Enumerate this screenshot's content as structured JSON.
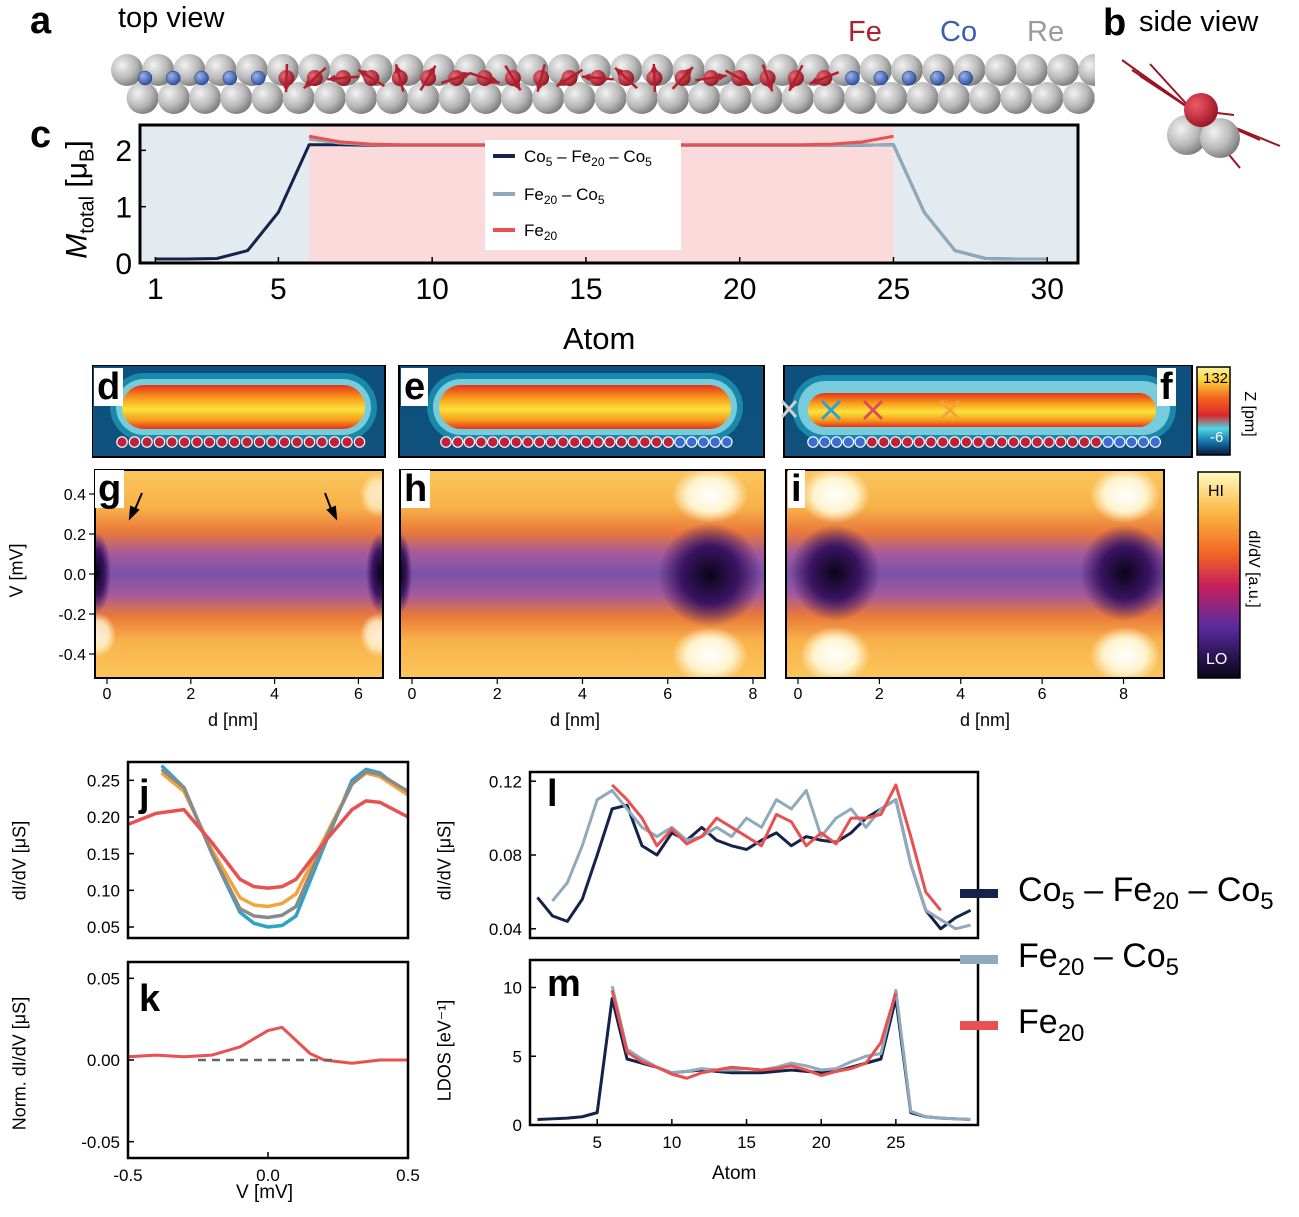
{
  "panel_a": {
    "letter": "a",
    "title": "top view",
    "legend": [
      {
        "name": "Fe",
        "color": "#b21f2f"
      },
      {
        "name": "Co",
        "color": "#3b5fb0"
      },
      {
        "name": "Re",
        "color": "#9a9a9a"
      }
    ]
  },
  "panel_b": {
    "letter": "b",
    "title": "side view"
  },
  "panel_c": {
    "letter": "c",
    "ylabel_main": "M",
    "ylabel_sub": "total",
    "ylabel_unit": "[μ",
    "ylabel_unit_sub": "B",
    "ylabel_close": "]",
    "xlabel": "Atom"
  },
  "panel_d": {
    "letter": "d"
  },
  "panel_e": {
    "letter": "e"
  },
  "panel_f": {
    "letter": "f"
  },
  "colorbar_z": {
    "max": "132",
    "min": "-6",
    "label": "Z [pm]"
  },
  "panel_g": {
    "letter": "g"
  },
  "panel_h": {
    "letter": "h"
  },
  "panel_i": {
    "letter": "i"
  },
  "colorbar_didv": {
    "hi": "HI",
    "lo": "LO",
    "label": "dI/dV [a.u.]"
  },
  "row_maps": {
    "ylabel": "V [mV]",
    "xlabel": "d [nm]"
  },
  "panel_j": {
    "letter": "j",
    "ylabel": "dI/dV [μS]"
  },
  "panel_k": {
    "letter": "k",
    "ylabel": "Norm. dI/dV [μS]",
    "xlabel": "V [mV]"
  },
  "panel_l": {
    "letter": "l",
    "ylabel": "dI/dV [μS]"
  },
  "panel_m": {
    "letter": "m",
    "ylabel": "LDOS [eV⁻¹]",
    "xlabel": "Atom"
  },
  "legend_big": [
    {
      "parts": [
        "Co",
        "5",
        " – Fe",
        "20",
        " – Co",
        "5"
      ],
      "color": "#15234a"
    },
    {
      "parts": [
        "Fe",
        "20",
        " – Co",
        "5"
      ],
      "color": "#8faabd"
    },
    {
      "parts": [
        "Fe",
        "20"
      ],
      "color": "#e8514f"
    }
  ],
  "chart_data": [
    {
      "id": "c",
      "type": "line",
      "x_ticks": [
        1,
        5,
        10,
        15,
        20,
        25,
        30
      ],
      "y_ticks": [
        0,
        1,
        2
      ],
      "xlim": [
        0.5,
        31
      ],
      "ylim": [
        0,
        2.45
      ],
      "series": [
        {
          "name": "Co5 – Fe20 – Co5",
          "color": "#15234a",
          "x": [
            1,
            2,
            3,
            4,
            5,
            6,
            7,
            8,
            9,
            10,
            11,
            12,
            13,
            14,
            15,
            16,
            17,
            18,
            19,
            20,
            21,
            22,
            23,
            24,
            25,
            26,
            27,
            28,
            29,
            30
          ],
          "y": [
            0.07,
            0.07,
            0.08,
            0.22,
            0.9,
            2.1,
            2.1,
            2.09,
            2.09,
            2.09,
            2.09,
            2.09,
            2.09,
            2.09,
            2.09,
            2.09,
            2.09,
            2.09,
            2.09,
            2.09,
            2.09,
            2.09,
            2.09,
            2.09,
            2.1,
            0.9,
            0.22,
            0.08,
            0.07,
            0.07
          ]
        },
        {
          "name": "Fe20 – Co5",
          "color": "#8faabd",
          "x": [
            6,
            7,
            8,
            9,
            10,
            11,
            12,
            13,
            14,
            15,
            16,
            17,
            18,
            19,
            20,
            21,
            22,
            23,
            24,
            25,
            26,
            27,
            28,
            29,
            30
          ],
          "y": [
            2.2,
            2.13,
            2.1,
            2.09,
            2.09,
            2.09,
            2.09,
            2.09,
            2.09,
            2.09,
            2.09,
            2.09,
            2.09,
            2.09,
            2.09,
            2.09,
            2.09,
            2.09,
            2.09,
            2.1,
            0.9,
            0.22,
            0.08,
            0.07,
            0.07
          ]
        },
        {
          "name": "Fe20",
          "color": "#e8514f",
          "x": [
            6,
            7,
            8,
            9,
            10,
            11,
            12,
            13,
            14,
            15,
            16,
            17,
            18,
            19,
            20,
            21,
            22,
            23,
            24,
            25
          ],
          "y": [
            2.25,
            2.15,
            2.11,
            2.1,
            2.1,
            2.1,
            2.1,
            2.1,
            2.1,
            2.1,
            2.1,
            2.1,
            2.1,
            2.1,
            2.1,
            2.1,
            2.1,
            2.11,
            2.15,
            2.25
          ]
        }
      ]
    },
    {
      "id": "j",
      "type": "line",
      "xlim": [
        -0.5,
        0.5
      ],
      "ylim": [
        0.035,
        0.275
      ],
      "y_ticks": [
        0.05,
        0.1,
        0.15,
        0.2,
        0.25
      ],
      "series": [
        {
          "color": "#2ea3c8",
          "x": [
            -0.38,
            -0.3,
            -0.2,
            -0.1,
            -0.05,
            0,
            0.05,
            0.1,
            0.2,
            0.3,
            0.35,
            0.4,
            0.5
          ],
          "y": [
            0.27,
            0.24,
            0.15,
            0.07,
            0.055,
            0.05,
            0.052,
            0.065,
            0.16,
            0.25,
            0.265,
            0.26,
            0.23
          ]
        },
        {
          "color": "#f4a23a",
          "x": [
            -0.38,
            -0.3,
            -0.2,
            -0.1,
            -0.05,
            0,
            0.05,
            0.1,
            0.2,
            0.3,
            0.35,
            0.4,
            0.5
          ],
          "y": [
            0.26,
            0.235,
            0.155,
            0.09,
            0.08,
            0.078,
            0.082,
            0.095,
            0.17,
            0.245,
            0.26,
            0.255,
            0.23
          ]
        },
        {
          "color": "#8a8a8a",
          "x": [
            -0.38,
            -0.3,
            -0.2,
            -0.1,
            -0.05,
            0,
            0.05,
            0.1,
            0.2,
            0.3,
            0.35,
            0.4,
            0.5
          ],
          "y": [
            0.265,
            0.24,
            0.15,
            0.075,
            0.065,
            0.063,
            0.066,
            0.078,
            0.165,
            0.245,
            0.262,
            0.258,
            0.235
          ]
        },
        {
          "color": "#e8514f",
          "x": [
            -0.5,
            -0.4,
            -0.3,
            -0.2,
            -0.1,
            -0.05,
            0,
            0.05,
            0.1,
            0.2,
            0.3,
            0.35,
            0.4,
            0.5
          ],
          "y": [
            0.19,
            0.205,
            0.21,
            0.165,
            0.115,
            0.105,
            0.103,
            0.105,
            0.115,
            0.165,
            0.21,
            0.222,
            0.22,
            0.2
          ]
        }
      ]
    },
    {
      "id": "k",
      "type": "line",
      "xlim": [
        -0.5,
        0.5
      ],
      "ylim": [
        -0.06,
        0.06
      ],
      "x_ticks": [
        -0.5,
        0.0,
        0.5
      ],
      "y_ticks": [
        -0.05,
        0.0,
        0.05
      ],
      "series": [
        {
          "color": "#e8514f",
          "x": [
            -0.5,
            -0.4,
            -0.3,
            -0.2,
            -0.1,
            -0.05,
            0,
            0.05,
            0.1,
            0.15,
            0.2,
            0.3,
            0.4,
            0.5
          ],
          "y": [
            0.002,
            0.003,
            0.002,
            0.003,
            0.008,
            0.013,
            0.018,
            0.02,
            0.012,
            0.004,
            0.0,
            -0.002,
            0.0,
            0.0
          ]
        },
        {
          "color": "#666666",
          "dashed": true,
          "x": [
            -0.25,
            0.25
          ],
          "y": [
            0,
            0
          ]
        }
      ]
    },
    {
      "id": "l",
      "type": "line",
      "xlim": [
        0.5,
        30.5
      ],
      "ylim": [
        0.035,
        0.125
      ],
      "y_ticks": [
        0.04,
        0.08,
        0.12
      ],
      "series": [
        {
          "name": "Co5 – Fe20 – Co5",
          "color": "#15234a",
          "x": [
            1,
            2,
            3,
            4,
            5,
            6,
            7,
            8,
            9,
            10,
            11,
            12,
            13,
            14,
            15,
            16,
            17,
            18,
            19,
            20,
            21,
            22,
            23,
            24,
            25,
            26,
            27,
            28,
            29,
            30
          ],
          "y": [
            0.057,
            0.047,
            0.044,
            0.056,
            0.08,
            0.105,
            0.107,
            0.085,
            0.08,
            0.092,
            0.088,
            0.095,
            0.088,
            0.085,
            0.083,
            0.088,
            0.092,
            0.085,
            0.09,
            0.088,
            0.087,
            0.092,
            0.1,
            0.105,
            0.11,
            0.075,
            0.05,
            0.04,
            0.046,
            0.05
          ]
        },
        {
          "name": "Fe20 – Co5",
          "color": "#8faabd",
          "x": [
            2,
            3,
            4,
            5,
            6,
            7,
            8,
            9,
            10,
            11,
            12,
            13,
            14,
            15,
            16,
            17,
            18,
            19,
            20,
            21,
            22,
            23,
            24,
            25,
            26,
            27,
            28,
            29,
            30
          ],
          "y": [
            0.055,
            0.065,
            0.085,
            0.11,
            0.115,
            0.105,
            0.095,
            0.09,
            0.095,
            0.088,
            0.09,
            0.095,
            0.09,
            0.1,
            0.095,
            0.11,
            0.105,
            0.115,
            0.09,
            0.1,
            0.105,
            0.095,
            0.105,
            0.11,
            0.075,
            0.05,
            0.045,
            0.04,
            0.042
          ]
        },
        {
          "name": "Fe20",
          "color": "#e8514f",
          "x": [
            6,
            7,
            8,
            9,
            10,
            11,
            12,
            13,
            14,
            15,
            16,
            17,
            18,
            19,
            20,
            21,
            22,
            23,
            24,
            25,
            26,
            27,
            28
          ],
          "y": [
            0.118,
            0.11,
            0.1,
            0.085,
            0.094,
            0.086,
            0.09,
            0.1,
            0.095,
            0.09,
            0.085,
            0.102,
            0.098,
            0.085,
            0.092,
            0.086,
            0.1,
            0.1,
            0.102,
            0.118,
            0.09,
            0.06,
            0.05
          ]
        }
      ]
    },
    {
      "id": "m",
      "type": "line",
      "xlim": [
        0.5,
        30.5
      ],
      "ylim": [
        0,
        12
      ],
      "x_ticks": [
        5,
        10,
        15,
        20,
        25
      ],
      "y_ticks": [
        0,
        5,
        10
      ],
      "series": [
        {
          "name": "Co5 – Fe20 – Co5",
          "color": "#15234a",
          "x": [
            1,
            2,
            3,
            4,
            5,
            6,
            7,
            8,
            9,
            10,
            11,
            12,
            13,
            14,
            15,
            16,
            17,
            18,
            19,
            20,
            21,
            22,
            23,
            24,
            25,
            26,
            27,
            28,
            29,
            30
          ],
          "y": [
            0.4,
            0.45,
            0.5,
            0.6,
            0.9,
            9.2,
            4.8,
            4.5,
            4.2,
            3.8,
            3.9,
            4.0,
            3.9,
            3.8,
            3.8,
            3.8,
            3.9,
            4.0,
            3.9,
            3.8,
            3.9,
            4.2,
            4.5,
            4.8,
            9.2,
            0.9,
            0.6,
            0.5,
            0.45,
            0.4
          ]
        },
        {
          "name": "Fe20 – Co5",
          "color": "#8faabd",
          "x": [
            6,
            7,
            8,
            9,
            10,
            11,
            12,
            13,
            14,
            15,
            16,
            17,
            18,
            19,
            20,
            21,
            22,
            23,
            24,
            25,
            26,
            27,
            28,
            29,
            30
          ],
          "y": [
            10.1,
            5.5,
            4.8,
            4.2,
            3.8,
            3.9,
            4.1,
            4.0,
            4.0,
            4.1,
            4.0,
            4.2,
            4.5,
            4.3,
            4.0,
            4.1,
            4.6,
            5.0,
            5.2,
            9.8,
            1.0,
            0.6,
            0.5,
            0.45,
            0.4
          ]
        },
        {
          "name": "Fe20",
          "color": "#e8514f",
          "x": [
            6,
            7,
            8,
            9,
            10,
            11,
            12,
            13,
            14,
            15,
            16,
            17,
            18,
            19,
            20,
            21,
            22,
            23,
            24,
            25
          ],
          "y": [
            9.8,
            5.3,
            4.6,
            4.2,
            3.7,
            3.4,
            3.8,
            4.0,
            4.2,
            4.1,
            4.0,
            4.1,
            4.3,
            4.0,
            3.6,
            3.9,
            4.1,
            4.5,
            6.0,
            9.6
          ]
        }
      ]
    }
  ]
}
